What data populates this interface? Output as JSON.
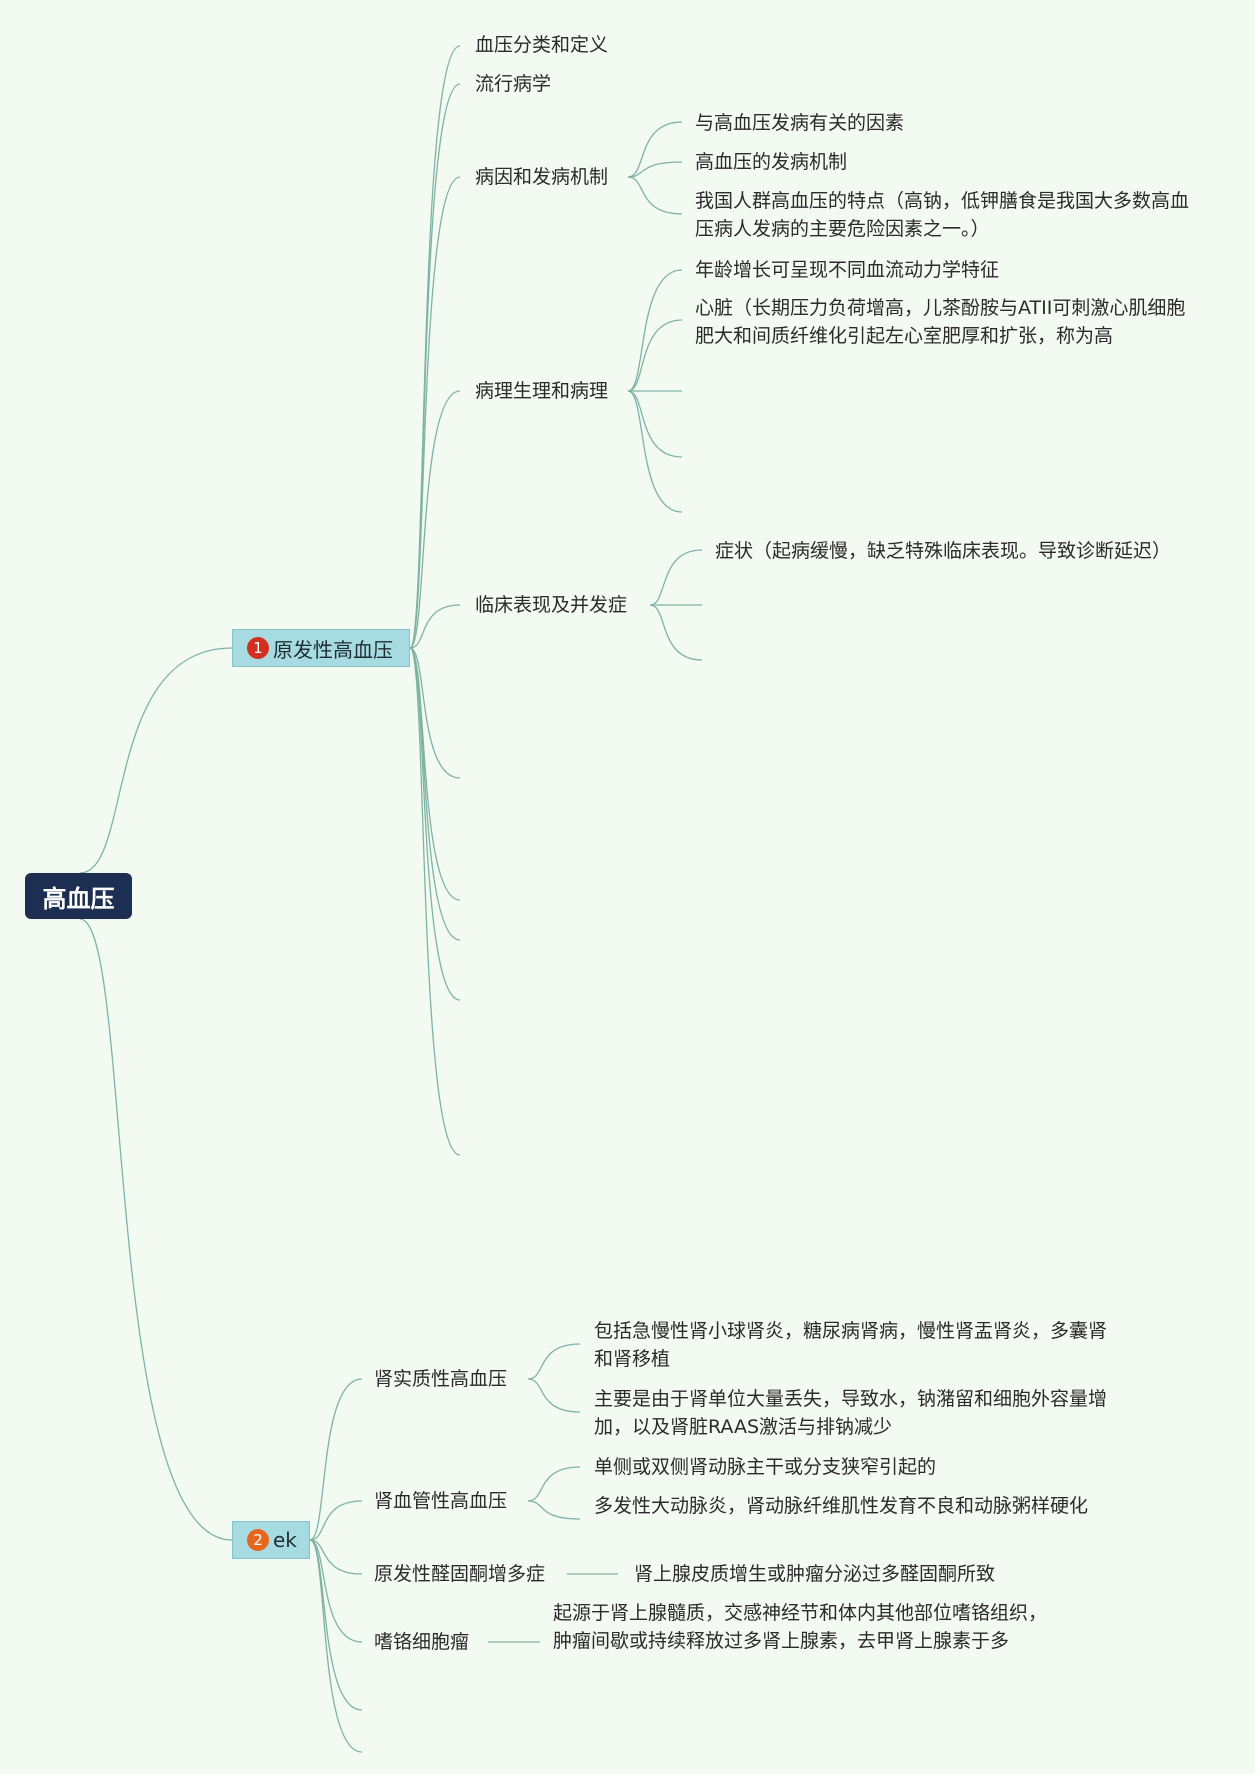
{
  "root": {
    "label": "高血压"
  },
  "branch1": {
    "badge": "1",
    "label": "原发性高血压",
    "badge_color": "#d32f1f",
    "children": {
      "c1": "血压分类和定义",
      "c2": "流行病学",
      "c3": {
        "label": "病因和发病机制",
        "leaves": [
          "与高血压发病有关的因素",
          "高血压的发病机制",
          "我国人群高血压的特点（高钠，低钾膳食是我国大多数高血压病人发病的主要危险因素之一。）"
        ]
      },
      "c4": {
        "label": "病理生理和病理",
        "leaves": [
          "年龄增长可呈现不同血流动力学特征",
          "心脏（长期压力负荷增高，儿茶酚胺与ATII可刺激心肌细胞肥大和间质纤维化引起左心室肥厚和扩张，称为高"
        ]
      },
      "c5": {
        "label": "临床表现及并发症",
        "leaves": [
          "症状（起病缓慢，缺乏特殊临床表现。导致诊断延迟）"
        ]
      }
    }
  },
  "branch2": {
    "badge": "2",
    "label": "ek",
    "badge_color": "#e8651e",
    "children": {
      "c1": {
        "label": "肾实质性高血压",
        "leaves": [
          "包括急慢性肾小球肾炎，糖尿病肾病，慢性肾盂肾炎，多囊肾和肾移植",
          "主要是由于肾单位大量丢失，导致水，钠潴留和细胞外容量增加，以及肾脏RAAS激活与排钠减少"
        ]
      },
      "c2": {
        "label": "肾血管性高血压",
        "leaves": [
          "单侧或双侧肾动脉主干或分支狭窄引起的",
          "多发性大动脉炎，肾动脉纤维肌性发育不良和动脉粥样硬化"
        ]
      },
      "c3": {
        "label": "原发性醛固酮增多症",
        "leaves": [
          "肾上腺皮质增生或肿瘤分泌过多醛固酮所致"
        ]
      },
      "c4": {
        "label": "嗜铬细胞瘤",
        "leaves": [
          "起源于肾上腺髓质，交感神经节和体内其他部位嗜铬组织，肿瘤间歇或持续释放过多肾上腺素，去甲肾上腺素于多"
        ]
      }
    }
  },
  "colors": {
    "background": "#f3faf1",
    "connector": "#7fb3a4",
    "root_fill": "#1c2f52",
    "main_fill": "#a6dbe1"
  }
}
